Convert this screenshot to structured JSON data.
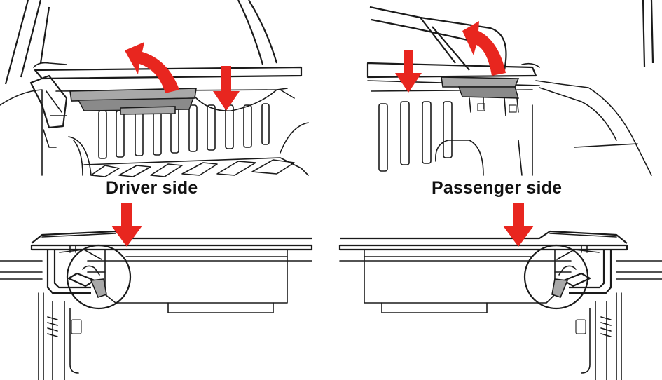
{
  "captions": {
    "driver_side": "Driver side",
    "passenger_side": "Passenger side"
  },
  "colors": {
    "arrow": "#e8261f",
    "line": "#1a1a1a",
    "panel_fill": "#a8a8a8",
    "background": "#ffffff"
  },
  "icons": [
    "curved-arrow-icon",
    "down-arrow-icon",
    "detail-circle"
  ]
}
